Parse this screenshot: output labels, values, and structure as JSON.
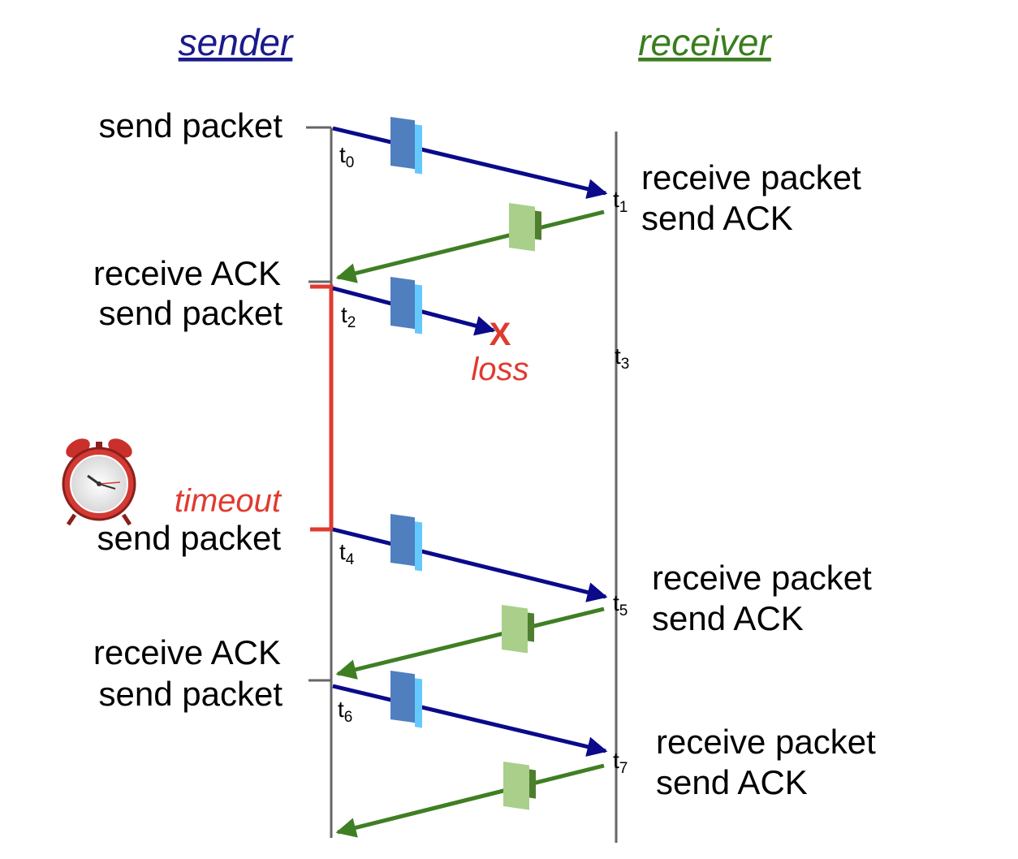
{
  "headers": {
    "sender": "sender",
    "receiver": "receiver"
  },
  "colors": {
    "sender": "#1a1a8c",
    "receiver": "#3a7d1e",
    "data_arrow": "#0a0a8a",
    "ack_arrow": "#3f7f23",
    "timeline": "#666666",
    "red": "#e03a2f",
    "packet_blue": "#4f7fbf",
    "packet_green": "#a9cf8a"
  },
  "sender_actions": [
    {
      "lines": [
        "send packet"
      ]
    },
    {
      "lines": [
        "receive ACK",
        "send packet"
      ]
    },
    {
      "lines": [
        "send packet"
      ]
    },
    {
      "lines": [
        "receive ACK",
        "send packet"
      ]
    }
  ],
  "receiver_actions": [
    {
      "lines": [
        "receive packet",
        "send ACK"
      ]
    },
    {
      "lines": [
        "receive packet",
        "send ACK"
      ]
    },
    {
      "lines": [
        "receive packet",
        "send ACK"
      ]
    }
  ],
  "times": [
    {
      "base": "t",
      "sub": "0"
    },
    {
      "base": "t",
      "sub": "1"
    },
    {
      "base": "t",
      "sub": "2"
    },
    {
      "base": "t",
      "sub": "3"
    },
    {
      "base": "t",
      "sub": "4"
    },
    {
      "base": "t",
      "sub": "5"
    },
    {
      "base": "t",
      "sub": "6"
    },
    {
      "base": "t",
      "sub": "7"
    }
  ],
  "loss": {
    "mark": "X",
    "label": "loss"
  },
  "timeout": {
    "label": "timeout",
    "icon": "alarm-clock-icon"
  }
}
